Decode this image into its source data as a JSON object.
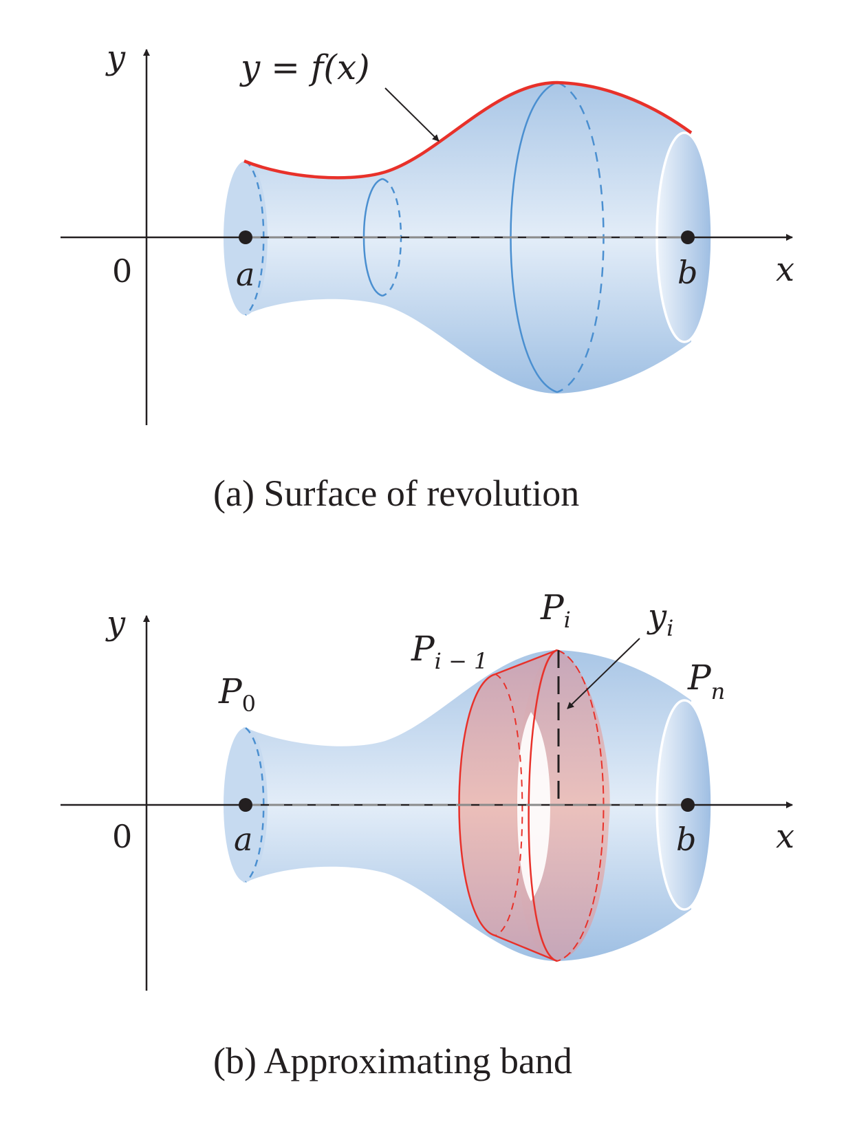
{
  "panel_a": {
    "caption": "(a) Surface of revolution",
    "axis_y": "y",
    "axis_x": "x",
    "origin": "0",
    "point_a": "a",
    "point_b": "b",
    "curve_label": "y = f(x)"
  },
  "panel_b": {
    "caption": "(b) Approximating band",
    "axis_y": "y",
    "axis_x": "x",
    "origin": "0",
    "point_a": "a",
    "point_b": "b",
    "p0": "P",
    "p0_sub": "0",
    "pi": "P",
    "pi_sub": "i",
    "pim1": "P",
    "pim1_sub": "i − 1",
    "pn": "P",
    "pn_sub": "n",
    "yi": "y",
    "yi_sub": "i"
  },
  "colors": {
    "surface": "#b3cde9",
    "curve": "#e8312a",
    "band": "#e6a6a8",
    "axis": "#231f20",
    "ring": "#4a8fd0"
  }
}
